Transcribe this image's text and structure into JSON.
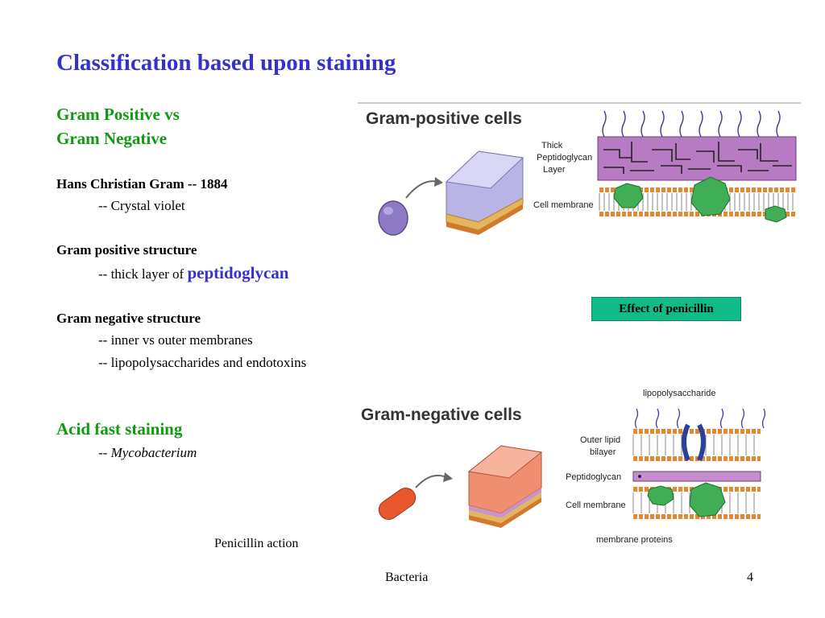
{
  "slide": {
    "title": "Classification based upon staining",
    "gram_heading_line1": "Gram Positive vs",
    "gram_heading_line2": "Gram Negative",
    "hans_heading": "Hans Christian Gram -- 1884",
    "hans_sub": "-- Crystal violet",
    "pos_heading": "Gram positive structure",
    "pos_sub_prefix": "-- thick layer of ",
    "pos_sub_highlight": "peptidoglycan",
    "neg_heading": "Gram negative structure",
    "neg_sub1": "-- inner vs outer membranes",
    "neg_sub2": "-- lipopolysaccharides and endotoxins",
    "acid_heading": "Acid fast staining",
    "acid_sub_prefix": "-- ",
    "acid_sub_italic": "Mycobacterium",
    "badge": "Effect of penicillin",
    "caption": "Penicillin action",
    "footer_center": "Bacteria",
    "footer_page": "4"
  },
  "figure_positive": {
    "title": "Gram-positive cells",
    "label_thick": "Thick",
    "label_pepti": "Peptidoglycan",
    "label_layer": "Layer",
    "label_membrane": "Cell membrane"
  },
  "figure_negative": {
    "title": "Gram-negative cells",
    "label_lps": "lipopolysaccharide",
    "label_outer1": "Outer lipid",
    "label_outer2": "bilayer",
    "label_pepti": "Peptidoglycan",
    "label_membrane": "Cell membrane",
    "label_proteins": "membrane proteins"
  }
}
